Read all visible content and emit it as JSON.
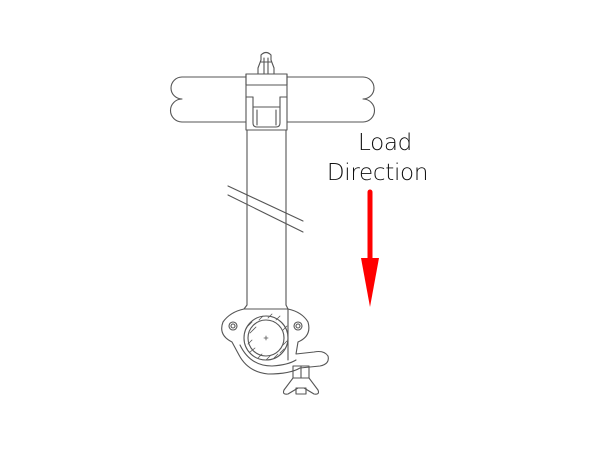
{
  "diagram": {
    "type": "technical-line-drawing",
    "subject": "truss clamp on vertical tube attached to horizontal truss chord",
    "labels": {
      "load_line1": "Load",
      "load_line2": "Direction"
    },
    "colors": {
      "line": "#555555",
      "arrow": "#ff0000",
      "background": "#ffffff",
      "text": "#111111"
    },
    "arrow": {
      "direction": "down",
      "meaning": "load direction"
    }
  }
}
